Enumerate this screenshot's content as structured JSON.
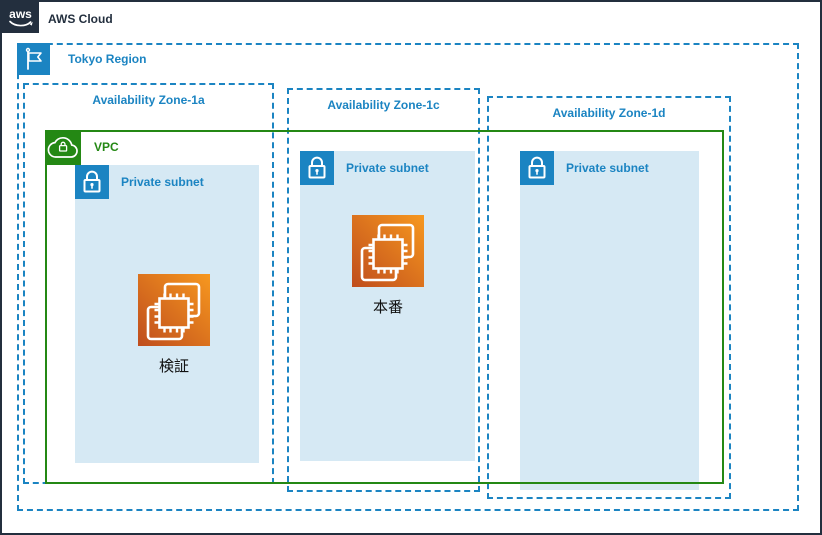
{
  "aws_cloud": {
    "label": "AWS Cloud",
    "logo_text": "aws"
  },
  "region": {
    "label": "Tokyo Region",
    "icon": "flag-icon"
  },
  "availability_zones": [
    {
      "label": "Availability Zone-1a"
    },
    {
      "label": "Availability Zone-1c"
    },
    {
      "label": "Availability Zone-1d"
    }
  ],
  "vpc": {
    "label": "VPC",
    "icon": "vpc-cloud-lock-icon"
  },
  "subnets": [
    {
      "zone": "1a",
      "label": "Private subnet",
      "icon": "lock-icon"
    },
    {
      "zone": "1c",
      "label": "Private subnet",
      "icon": "lock-icon"
    },
    {
      "zone": "1d",
      "label": "Private subnet",
      "icon": "lock-icon"
    }
  ],
  "instances": [
    {
      "zone": "1a",
      "label": "検証",
      "icon": "ec2-instances-icon"
    },
    {
      "zone": "1c",
      "label": "本番",
      "icon": "ec2-instances-icon"
    }
  ],
  "colors": {
    "aws_navy": "#232F3E",
    "blue": "#1B84C2",
    "subnet_fill": "#D6E9F4",
    "vpc_green": "#248814",
    "ec2_orange_dark": "#BF4D1D",
    "ec2_orange_light": "#F7981F"
  }
}
